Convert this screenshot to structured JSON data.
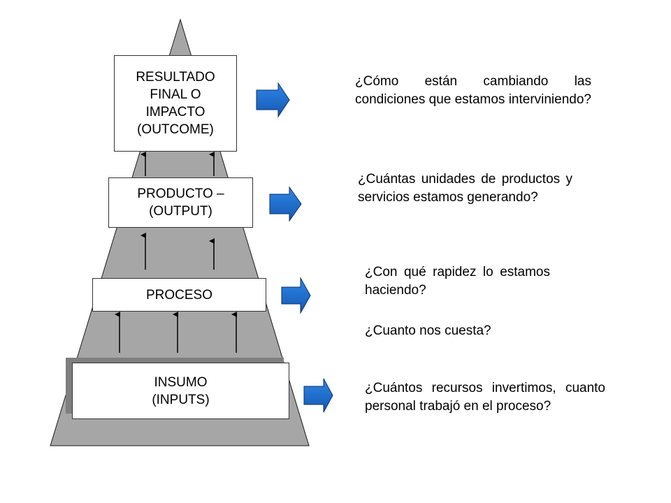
{
  "levels": {
    "outcome": "RESULTADO\nFINAL O\nIMPACTO\n(OUTCOME)",
    "output": "PRODUCTO –\n(OUTPUT)",
    "process": "PROCESO",
    "input": "INSUMO\n(INPUTS)"
  },
  "questions": {
    "outcome": "¿Cómo están cambiando las condiciones que estamos interviniendo?",
    "output": "¿Cuántas unidades de productos y servicios estamos generando?",
    "speed": "¿Con qué rapidez lo estamos haciendo?",
    "cost": "¿Cuanto nos cuesta?",
    "input": "¿Cuántos recursos invertimos, cuanto personal trabajó en el proceso?"
  },
  "colors": {
    "pyramid": "#a6a6a6",
    "pyramid_stroke": "#1a1a1a",
    "input_shadow": "#7f7f7f",
    "arrow_fill": "#1f6fd1",
    "arrow_stroke": "#0b2f6b"
  },
  "icons": {
    "side_arrow": "block-arrow-right-icon",
    "up_arrow": "arrow-up-icon"
  }
}
